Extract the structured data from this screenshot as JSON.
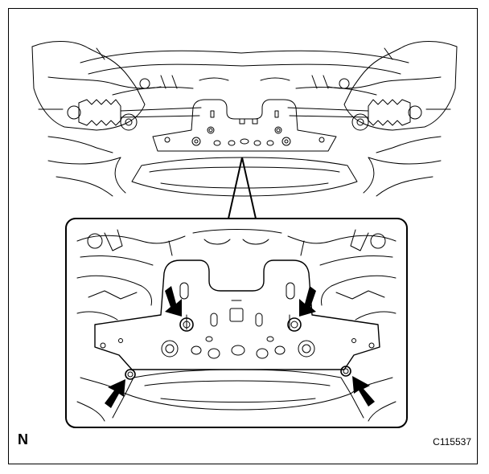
{
  "figure": {
    "orientation_label": "N",
    "code": "C115537"
  },
  "callouts": {
    "arrow_count": 4,
    "target": "bolts",
    "color": "#000000"
  },
  "colors": {
    "line": "#000000",
    "background": "#ffffff"
  }
}
